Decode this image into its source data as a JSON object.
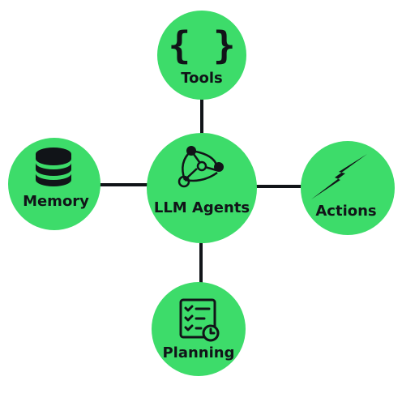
{
  "colors": {
    "node_fill": "#3ddc6a",
    "ink": "#111418",
    "background": "#ffffff"
  },
  "nodes": {
    "center": {
      "label": "LLM Agents",
      "icon": "network-triangle-icon"
    },
    "top": {
      "label": "Tools",
      "icon": "curly-braces-icon"
    },
    "left": {
      "label": "Memory",
      "icon": "database-icon"
    },
    "right": {
      "label": "Actions",
      "icon": "lightning-bolt-icon"
    },
    "bottom": {
      "label": "Planning",
      "icon": "checklist-clock-icon"
    }
  }
}
